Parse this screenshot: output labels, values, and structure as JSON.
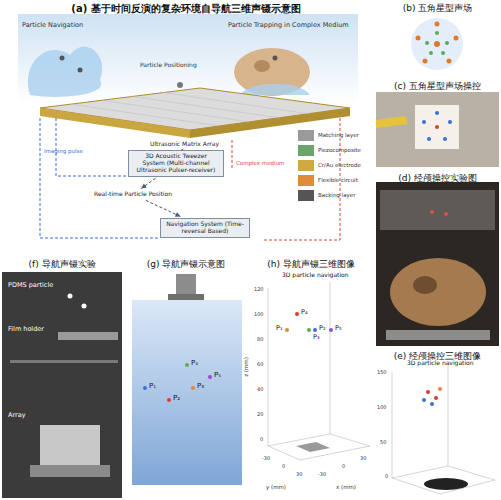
{
  "diagram": {
    "nodes": [
      {
        "text": [
          "(a) 基于时间反演的复杂环境自导航三维声镊示意图"
        ]
      },
      {
        "text": [
          "Ultrasonic Matrix Array"
        ],
        "in": 0
      },
      {
        "text": [
          "3D Acoustic Tweezer System (Multi-channel Ultrasonic Pulser-receiver)"
        ],
        "in": 0
      },
      {
        "text": [
          "Real-time Particle Position"
        ],
        "in": 0
      },
      {
        "text": [
          "Navigation System (Time-reversal Based)"
        ],
        "in": 0
      },
      {
        "text": [
          "(b) 五角星型声场"
        ]
      },
      {
        "text": [
          "(c) 五角星型声场操控"
        ]
      },
      {
        "text": [
          "(d) 经颅操控实验图"
        ]
      },
      {
        "text": [
          "(e) 经颅操控三维图像"
        ]
      },
      {
        "text": [
          "(f) 导航声镊实验"
        ]
      },
      {
        "text": [
          "(g) 导航声镊示意图"
        ]
      },
      {
        "text": [
          "(h) 导航声镊三维图像"
        ]
      }
    ],
    "edges": [
      {
        "from": 2,
        "to": 1,
        "arrow": "to"
      },
      {
        "from": 2,
        "to": 3,
        "arrow": "to"
      },
      {
        "from": 3,
        "to": 4,
        "arrow": "to"
      }
    ],
    "labels": [
      "Particle Navigation",
      "Particle Trapping in Complex Medium",
      "Particle Positioning",
      "Imaging pulse",
      "Complex medium",
      "Matching layer",
      "Piezocomposite",
      "Cr/Au electrode",
      "Flexible circuit",
      "Backing layer",
      "PDMS particle",
      "Film holder",
      "Array",
      "P₁",
      "P₂",
      "P₃",
      "P₄",
      "P₅",
      "3D particle navigation",
      "P₄",
      "P₂",
      "P₁",
      "P₃",
      "P₅",
      "120",
      "100",
      "80",
      "60",
      "40",
      "20",
      "0",
      "z (mm)",
      "-30",
      "0",
      "30",
      "-30",
      "0",
      "30",
      "y (mm)",
      "x (mm)",
      "3D particle navigation",
      "150",
      "100",
      "50",
      "0"
    ]
  }
}
